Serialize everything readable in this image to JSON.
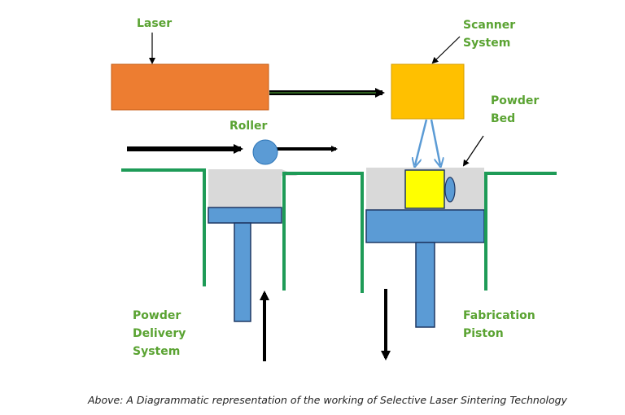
{
  "labels": {
    "laser": "Laser",
    "scanner": [
      "Scanner",
      "System"
    ],
    "roller": "Roller",
    "powder_bed": [
      "Powder",
      "Bed"
    ],
    "powder_delivery": [
      "Powder",
      "Delivery",
      "System"
    ],
    "fabrication_piston": [
      "Fabrication",
      "Piston"
    ]
  },
  "caption": "Above: A Diagrammatic representation of the working of Selective Laser Sintering Technology",
  "colors": {
    "label_text": "#5aa332",
    "laser_box": "#ed7d31",
    "scanner_box": "#ffc000",
    "roller": "#5b9bd5",
    "piston": "#5b9bd5",
    "powder": "#d9d9d9",
    "chamber_wall": "#1e9b57",
    "part": "#ffff00",
    "beam": "#5b9bd5"
  }
}
